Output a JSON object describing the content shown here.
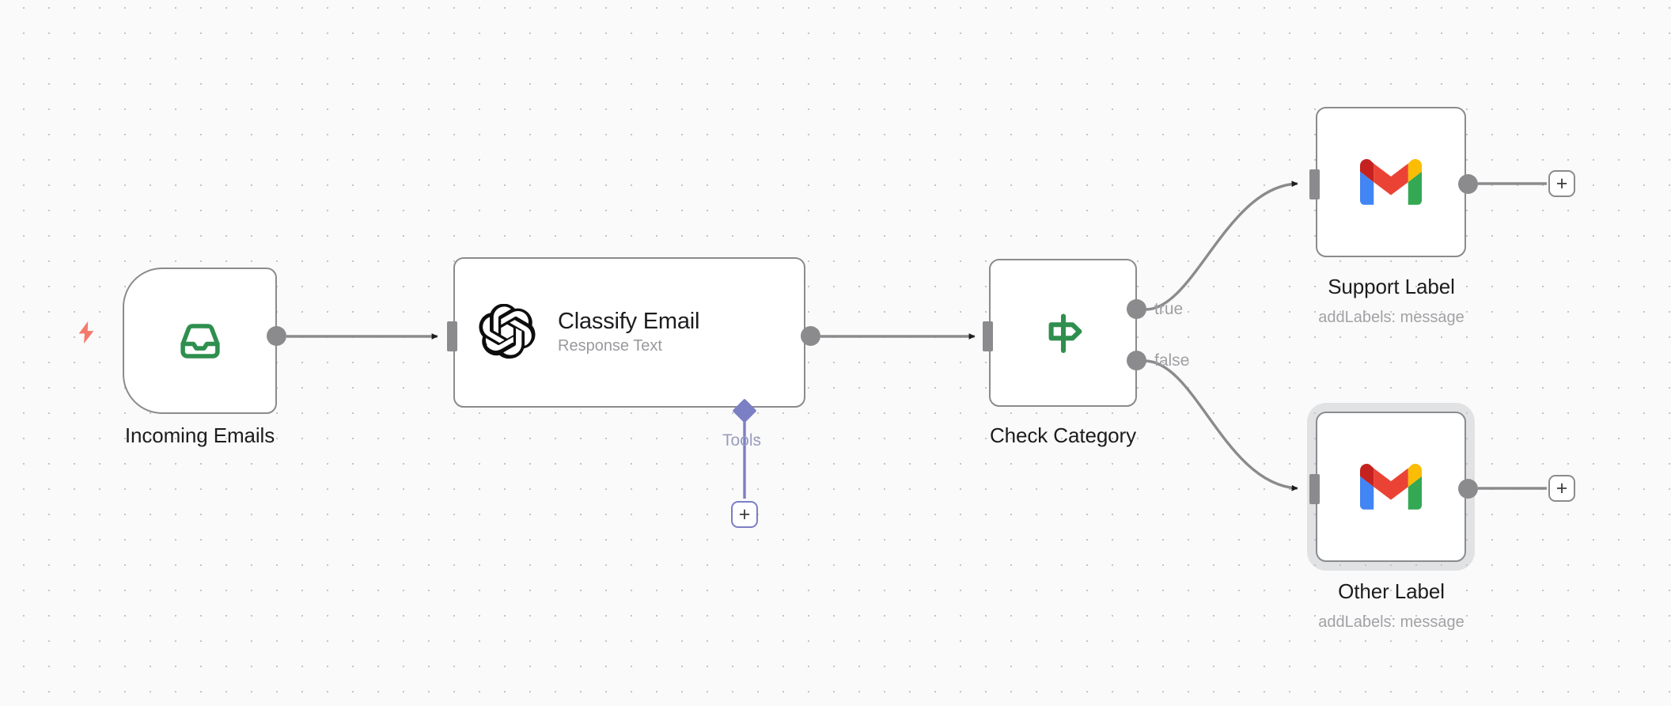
{
  "canvas": {
    "name": "workflow-canvas",
    "background": "#fafafa",
    "grid_dot_color": "#c4c4c8",
    "grid_spacing": 32
  },
  "palette": {
    "node_border": "#8b8b8e",
    "node_fill": "#ffffff",
    "edge": "#8b8b8e",
    "accent_green": "#2f8f4e",
    "accent_purple": "#7b7fc4",
    "trigger_bolt": "#f4796b",
    "title_text": "#1c1c1e",
    "subtitle_text": "#9a9a9e",
    "selected_halo": "#e4e5e9"
  },
  "nodes": [
    {
      "id": "incoming-emails",
      "kind": "trigger",
      "icon": "inbox-icon",
      "title": "",
      "subtitle": "",
      "caption": "Incoming Emails",
      "sub_caption": "",
      "selected": false
    },
    {
      "id": "classify-email",
      "kind": "ai-agent",
      "icon": "openai-icon",
      "title": "Classify Email",
      "subtitle": "Response Text",
      "caption": "",
      "sub_caption": "",
      "selected": false
    },
    {
      "id": "check-category",
      "kind": "if",
      "icon": "signpost-icon",
      "title": "",
      "subtitle": "",
      "caption": "Check Category",
      "sub_caption": "",
      "selected": false
    },
    {
      "id": "support-label",
      "kind": "gmail",
      "icon": "gmail-icon",
      "title": "",
      "subtitle": "",
      "caption": "Support Label",
      "sub_caption": "addLabels: message",
      "selected": false
    },
    {
      "id": "other-label",
      "kind": "gmail",
      "icon": "gmail-icon",
      "title": "",
      "subtitle": "",
      "caption": "Other Label",
      "sub_caption": "addLabels: message",
      "selected": true
    }
  ],
  "ports": {
    "check_category_true": "true",
    "check_category_false": "false"
  },
  "tools": {
    "label": "Tools",
    "add_glyph": "+"
  },
  "add_buttons": {
    "glyph": "+",
    "support_label_next": "+",
    "other_label_next": "+"
  }
}
